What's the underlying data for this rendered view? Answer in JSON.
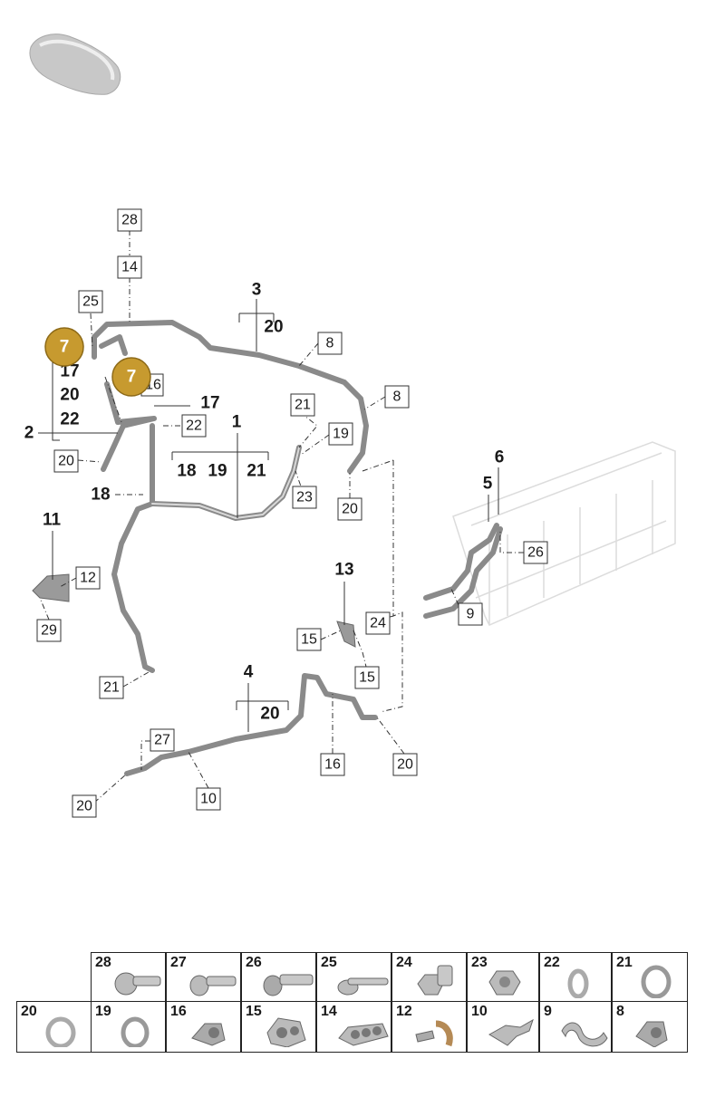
{
  "callouts": {
    "c28": "28",
    "c14": "14",
    "c25": "25",
    "c3": "3",
    "c3_20": "20",
    "c8a": "8",
    "c8b": "8",
    "c7a": "7",
    "c7b": "7",
    "c17a": "17",
    "c20a": "20",
    "c22a": "22",
    "c16a": "16",
    "c17b": "17",
    "c22b": "22",
    "c1": "1",
    "c2": "2",
    "c20b": "20",
    "c21a": "21",
    "c19a": "19",
    "c18a": "18",
    "c19b": "19",
    "c21b": "21",
    "c18b": "18",
    "c23": "23",
    "c20c": "20",
    "c11": "11",
    "c12": "12",
    "c29": "29",
    "c21c": "21",
    "c13": "13",
    "c15a": "15",
    "c15b": "15",
    "c24": "24",
    "c4": "4",
    "c4_20": "20",
    "c27": "27",
    "c16b": "16",
    "c20d": "20",
    "c20e": "20",
    "c10": "10",
    "c6": "6",
    "c5": "5",
    "c26": "26",
    "c9": "9"
  },
  "parts_table": {
    "row1": [
      "28",
      "27",
      "26",
      "25",
      "24",
      "23",
      "22",
      "21"
    ],
    "row2": [
      "20",
      "19",
      "16",
      "15",
      "14",
      "12",
      "10",
      "9",
      "8"
    ]
  },
  "part_icons": {
    "28": "button-head-bolt-icon",
    "27": "flange-bolt-icon",
    "26": "hex-socket-bolt-icon",
    "25": "stud-bolt-icon",
    "24": "hex-flange-bolt-icon",
    "23": "hex-nut-icon",
    "22": "o-ring-icon",
    "21": "seal-ring-icon",
    "20": "seal-ring-icon",
    "19": "seal-ring-icon",
    "16": "pipe-clip-icon",
    "15": "double-clip-icon",
    "14": "triple-clip-icon",
    "12": "holder-icon",
    "10": "bracket-icon",
    "9": "pipe-clip-icon",
    "8": "clip-icon"
  },
  "colors": {
    "badge": "#c79a2f",
    "pipe": "#8a8a8a",
    "line": "#333333"
  }
}
